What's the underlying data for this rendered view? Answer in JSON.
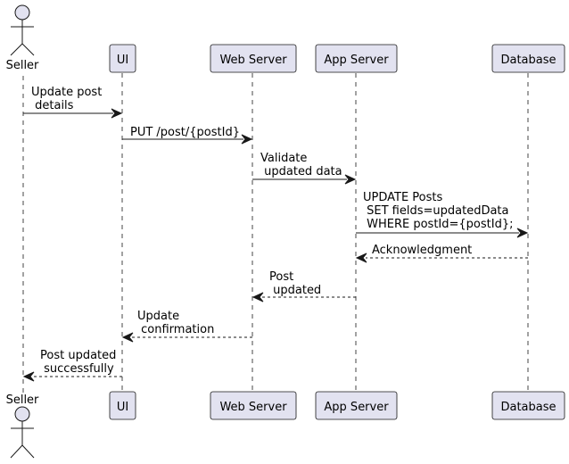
{
  "participants": [
    {
      "id": "seller",
      "label": "Seller",
      "kind": "actor"
    },
    {
      "id": "ui",
      "label": "UI",
      "kind": "participant"
    },
    {
      "id": "web",
      "label": "Web Server",
      "kind": "participant"
    },
    {
      "id": "app",
      "label": "App Server",
      "kind": "participant"
    },
    {
      "id": "db",
      "label": "Database",
      "kind": "participant"
    }
  ],
  "messages": [
    {
      "from": "seller",
      "to": "ui",
      "style": "solid",
      "lines": [
        "Update post",
        " details"
      ]
    },
    {
      "from": "ui",
      "to": "web",
      "style": "solid",
      "lines": [
        "PUT /post/{postId}"
      ]
    },
    {
      "from": "web",
      "to": "app",
      "style": "solid",
      "lines": [
        "Validate",
        " updated data"
      ]
    },
    {
      "from": "app",
      "to": "db",
      "style": "solid",
      "lines": [
        "UPDATE Posts",
        " SET fields=updatedData",
        " WHERE postId={postId};"
      ]
    },
    {
      "from": "db",
      "to": "app",
      "style": "dashed",
      "lines": [
        "Acknowledgment"
      ]
    },
    {
      "from": "app",
      "to": "web",
      "style": "dashed",
      "lines": [
        "Post",
        " updated"
      ]
    },
    {
      "from": "web",
      "to": "ui",
      "style": "dashed",
      "lines": [
        "Update",
        " confirmation"
      ]
    },
    {
      "from": "ui",
      "to": "seller",
      "style": "dashed",
      "lines": [
        "Post updated",
        " successfully"
      ]
    }
  ],
  "colors": {
    "participant_fill": "#e2e2f0",
    "stroke": "#181818",
    "text": "#000000"
  }
}
